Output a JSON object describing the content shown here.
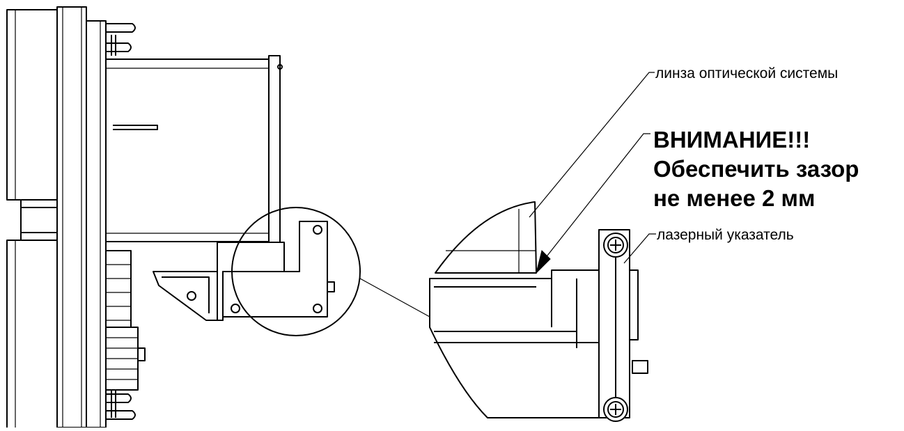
{
  "labels": {
    "lens": "линза оптической системы",
    "laser": "лазерный указатель"
  },
  "warning": {
    "line1": "ВНИМАНИЕ!!!",
    "line2": "Обеспечить зазор",
    "line3": "не менее 2 мм"
  }
}
